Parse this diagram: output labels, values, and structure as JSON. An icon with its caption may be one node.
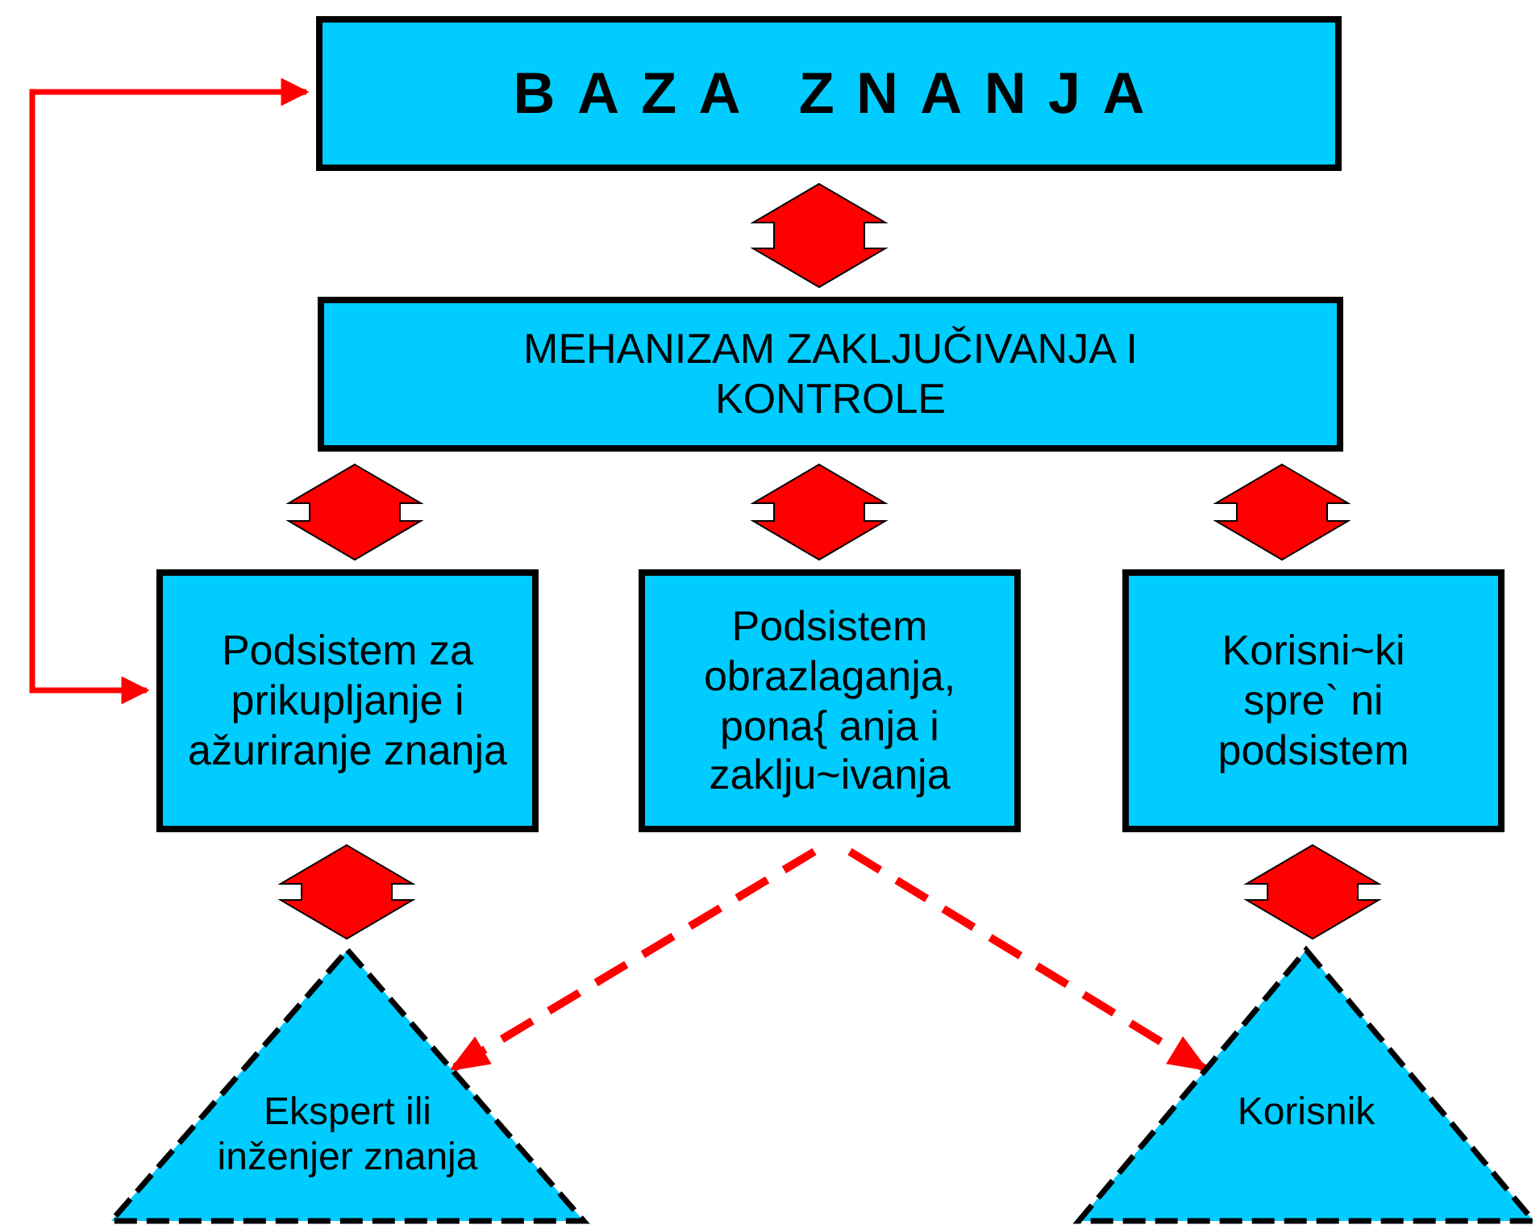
{
  "diagram": {
    "nodes": [
      {
        "text": [
          "BAZA ZNANJA"
        ]
      },
      {
        "text": [
          "MEHANIZAM ZAKLJUČIVANJA I KONTROLE"
        ]
      },
      {
        "text": [
          "Podsistem za prikupljanje i ažuriranje znanja"
        ]
      },
      {
        "text": [
          "Podsistem obrazlaganja, pona{ anja i zaklju~ivanja"
        ]
      },
      {
        "text": [
          "Korisni~ki spre` ni podsistem"
        ]
      },
      {
        "text": [
          "Ekspert ili inženjer znanja"
        ]
      },
      {
        "text": [
          "Korisnik"
        ]
      }
    ],
    "edges": [
      {
        "from": 0,
        "to": 1,
        "arrow": "both",
        "style": "thick"
      },
      {
        "from": 1,
        "to": 2,
        "arrow": "both",
        "style": "thick"
      },
      {
        "from": 1,
        "to": 3,
        "arrow": "both",
        "style": "thick"
      },
      {
        "from": 1,
        "to": 4,
        "arrow": "both",
        "style": "thick"
      },
      {
        "from": 2,
        "to": 5,
        "arrow": "both",
        "style": "thick"
      },
      {
        "from": 4,
        "to": 6,
        "arrow": "both",
        "style": "thick"
      },
      {
        "from": 3,
        "to": 5,
        "arrow": "to",
        "style": "dashed"
      },
      {
        "from": 3,
        "to": 6,
        "arrow": "to",
        "style": "dashed"
      },
      {
        "from": 0,
        "to": 2,
        "arrow": "both"
      }
    ]
  }
}
